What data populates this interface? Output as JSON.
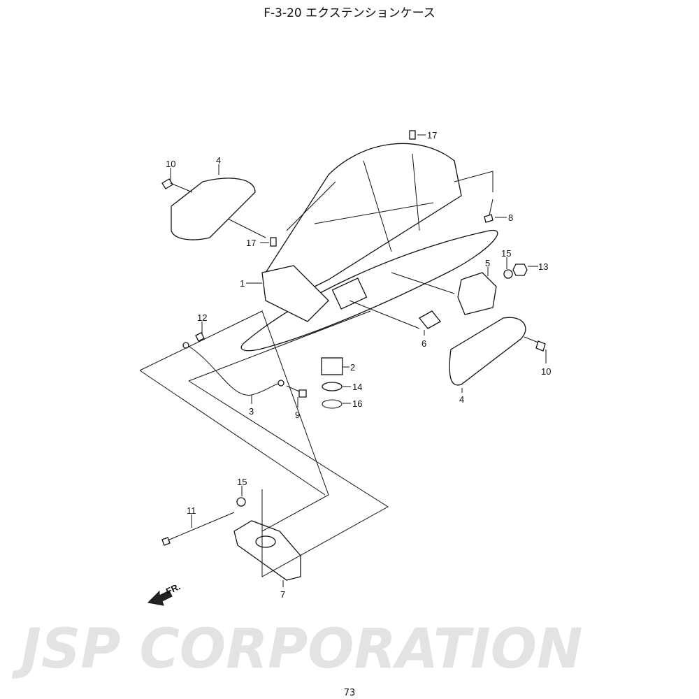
{
  "title": "F-3-20 エクステンションケース",
  "page_number": "73",
  "watermark": "JSP CORPORATION",
  "direction_marker": "FR.",
  "callouts": [
    {
      "id": "c10a",
      "label": "10"
    },
    {
      "id": "c4a",
      "label": "4"
    },
    {
      "id": "c17a",
      "label": "17"
    },
    {
      "id": "c8",
      "label": "8"
    },
    {
      "id": "c17b",
      "label": "17"
    },
    {
      "id": "c15a",
      "label": "15"
    },
    {
      "id": "c5",
      "label": "5"
    },
    {
      "id": "c13",
      "label": "13"
    },
    {
      "id": "c1",
      "label": "1"
    },
    {
      "id": "c12",
      "label": "12"
    },
    {
      "id": "c6",
      "label": "6"
    },
    {
      "id": "c10b",
      "label": "10"
    },
    {
      "id": "c2",
      "label": "2"
    },
    {
      "id": "c14",
      "label": "14"
    },
    {
      "id": "c16",
      "label": "16"
    },
    {
      "id": "c4b",
      "label": "4"
    },
    {
      "id": "c3",
      "label": "3"
    },
    {
      "id": "c9",
      "label": "9"
    },
    {
      "id": "c15b",
      "label": "15"
    },
    {
      "id": "c11",
      "label": "11"
    },
    {
      "id": "c7",
      "label": "7"
    }
  ]
}
